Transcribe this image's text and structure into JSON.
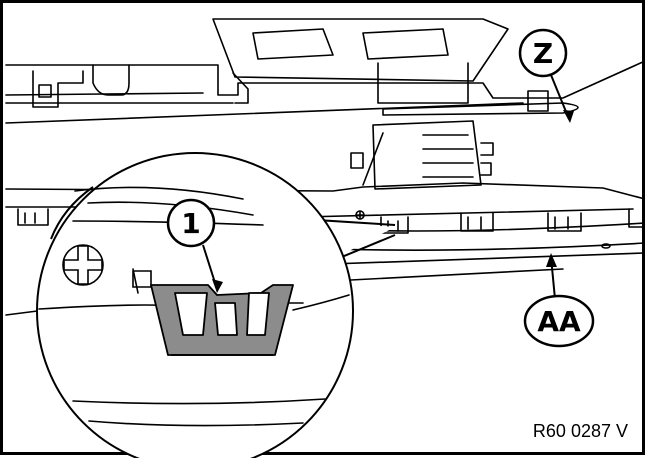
{
  "callouts": {
    "z": "Z",
    "aa": "AA",
    "one": "1"
  },
  "reference_code": "R60 0287 V",
  "colors": {
    "line": "#000000",
    "clip_fill": "#8c8c8c",
    "background": "#ffffff"
  }
}
